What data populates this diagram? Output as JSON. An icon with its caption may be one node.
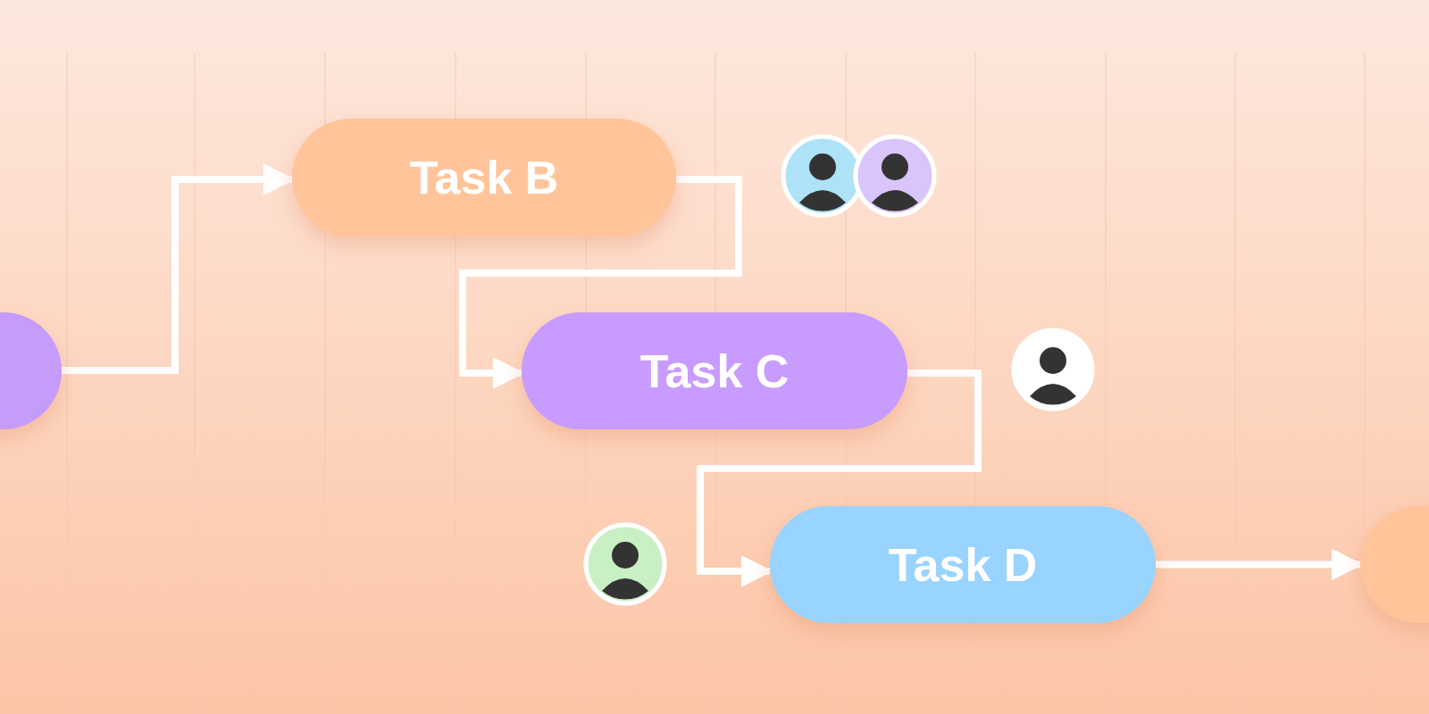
{
  "diagram": {
    "nodes": [
      {
        "text": [],
        "shape": "box"
      },
      {
        "text": [
          "Task B"
        ]
      },
      {
        "text": [
          "Task C"
        ]
      },
      {
        "text": [
          "Task D"
        ]
      },
      {
        "text": [],
        "shape": "box"
      }
    ],
    "edges": [
      {
        "from": 0,
        "to": 1,
        "arrow": "to"
      },
      {
        "from": 1,
        "to": 2,
        "arrow": "to"
      },
      {
        "from": 2,
        "to": 3,
        "arrow": "to"
      },
      {
        "from": 3,
        "to": 4,
        "arrow": "to"
      }
    ]
  }
}
